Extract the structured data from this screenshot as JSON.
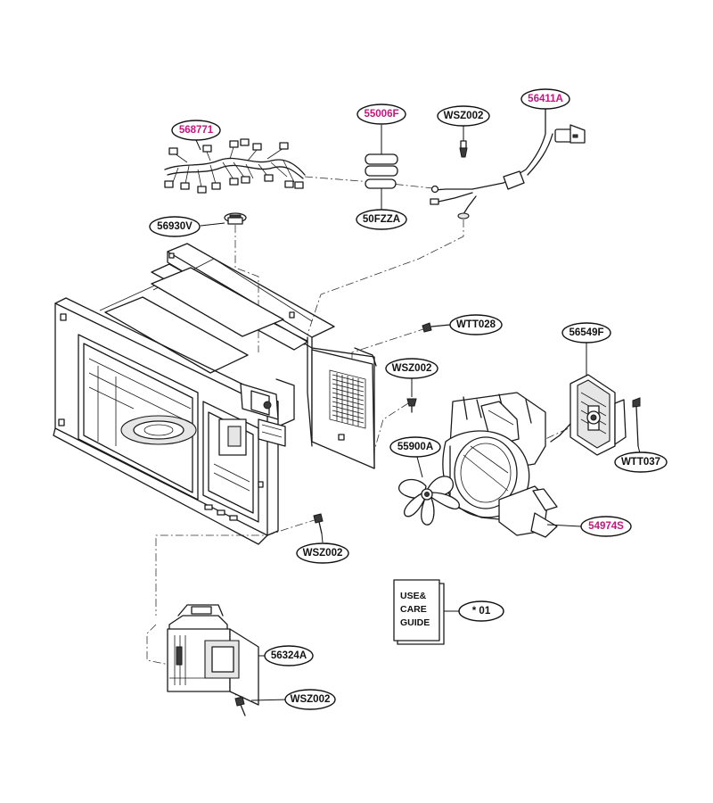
{
  "labels": {
    "harness": "568771",
    "ferrite": "55006F",
    "screw_top": "WSZ002",
    "power_cord": "56411A",
    "ferrite_core": "50FZZA",
    "thermostat": "56930V",
    "screw_wtt028": "WTT028",
    "motor": "56549F",
    "screw_mid": "WSZ002",
    "fan_blade": "55900A",
    "screw_wtt037": "WTT037",
    "fan_duct": "54974S",
    "screw_cavity": "WSZ002",
    "manual_ref": "* 01",
    "magnetron": "56324A",
    "screw_bottom": "WSZ002"
  },
  "manual": {
    "line1": "USE&",
    "line2": "CARE",
    "line3": "GUIDE"
  },
  "colors": {
    "magenta": "#c4167e",
    "black": "#111111"
  }
}
